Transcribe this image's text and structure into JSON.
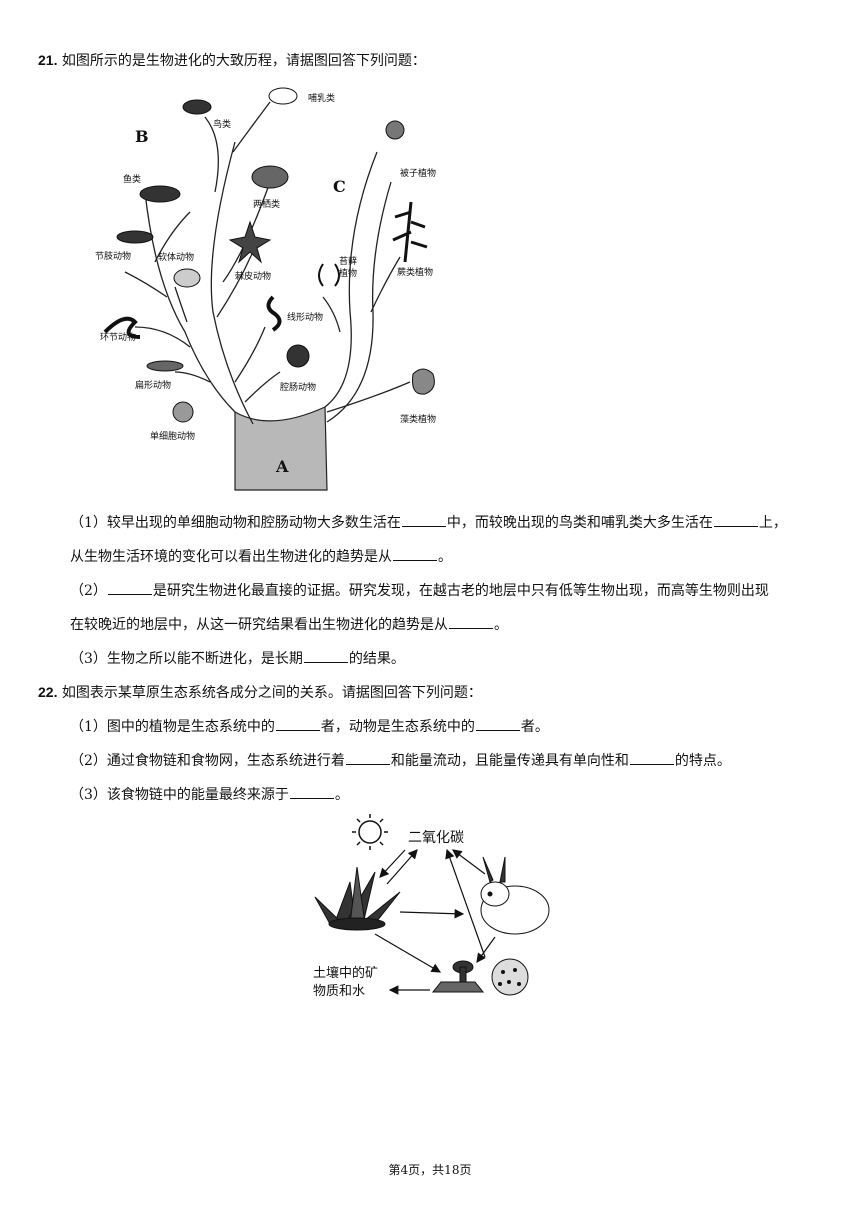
{
  "q21": {
    "num": "21.",
    "stem": "如图所示的是生物进化的大致历程，请据图回答下列问题：",
    "figure": {
      "letter_a": "A",
      "letter_b": "B",
      "letter_c": "C",
      "labels": {
        "bird": "鸟类",
        "mammal": "哺乳类",
        "fish": "鱼类",
        "amphibian": "两栖类",
        "arthropod": "节肢动物",
        "mollusk": "软体动物",
        "echinoderm": "棘皮动物",
        "annelid": "环节动物",
        "nematode": "线形动物",
        "flatworm": "扁形动物",
        "cnidarian": "腔肠动物",
        "protozoa": "单细胞动物",
        "angiosperm": "被子植物",
        "moss_1": "苔藓",
        "moss_2": "植物",
        "fern": "蕨类植物",
        "algae": "藻类植物"
      }
    },
    "p1_a": "（1）较早出现的单细胞动物和腔肠动物大多数生活在",
    "p1_b": "中，而较晚出现的鸟类和哺乳类大多生活在",
    "p1_c": "上，",
    "p1_d": "从生物生活环境的变化可以看出生物进化的趋势是从",
    "p1_e": "。",
    "p2_a": "（2）",
    "p2_b": "是研究生物进化最直接的证据。研究发现，在越古老的地层中只有低等生物出现，而高等生物则出现",
    "p2_c": "在较晚近的地层中，从这一研究结果看出生物进化的趋势是从",
    "p2_d": "。",
    "p3_a": "（3）生物之所以能不断进化，是长期",
    "p3_b": "的结果。"
  },
  "q22": {
    "num": "22.",
    "stem": "如图表示某草原生态系统各成分之间的关系。请据图回答下列问题：",
    "p1_a": "（1）图中的植物是生态系统中的",
    "p1_b": "者，动物是生态系统中的",
    "p1_c": "者。",
    "p2_a": "（2）通过食物链和食物网，生态系统进行着",
    "p2_b": "和能量流动，且能量传递具有单向性和",
    "p2_c": "的特点。",
    "p3_a": "（3）该食物链中的能量最终来源于",
    "p3_b": "。",
    "figure": {
      "co2": "二氧化碳",
      "soil_1": "土壤中的矿",
      "soil_2": "物质和水"
    }
  },
  "footer": "第4页，共18页"
}
